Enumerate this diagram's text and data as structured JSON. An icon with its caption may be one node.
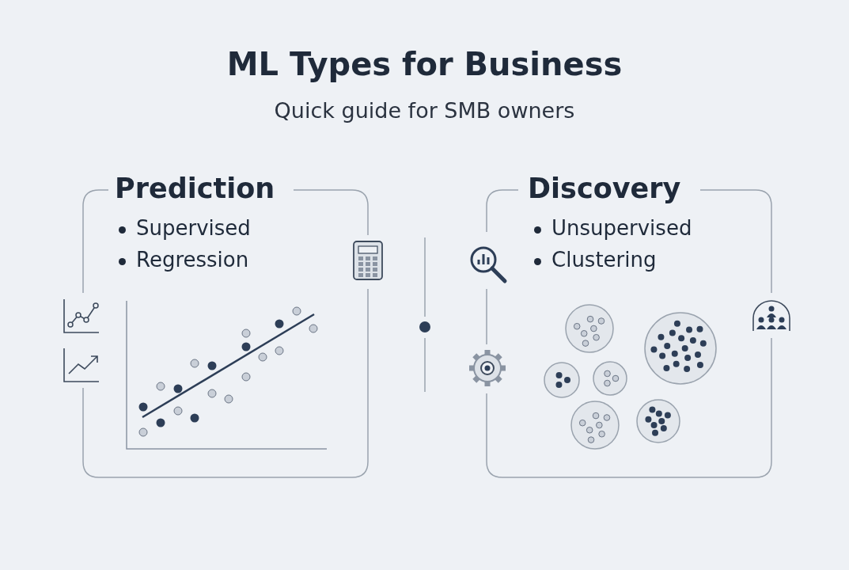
{
  "diagram": {
    "title": "ML Types for Business",
    "labels": [
      "Quick guide for SMB owners"
    ],
    "nodes": [
      {
        "text": [
          "Prediction",
          "Supervised",
          "Regression"
        ]
      },
      {
        "text": [
          "Discovery",
          "Unsupervised",
          "Clustering"
        ]
      }
    ]
  }
}
